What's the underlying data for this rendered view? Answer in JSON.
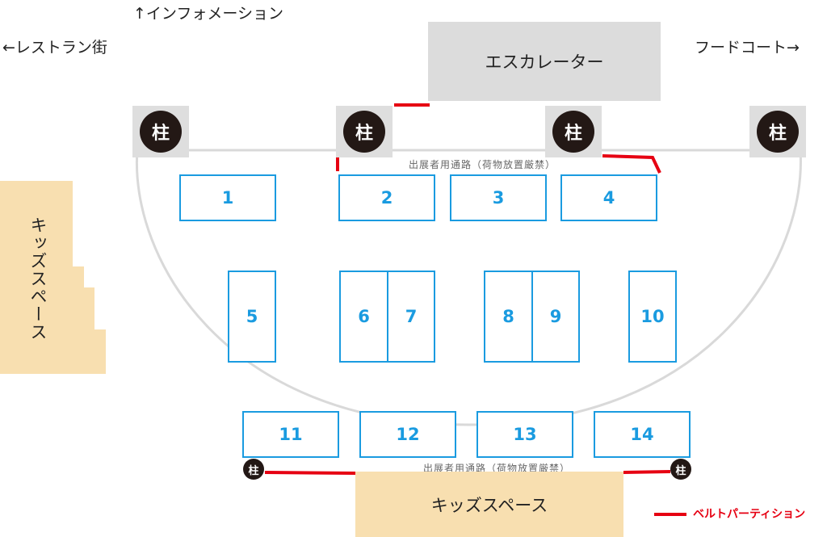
{
  "directions": {
    "information": "↑インフォメーション",
    "restaurant": "←レストラン街",
    "food_court": "フードコート→"
  },
  "escalator_label": "エスカレーター",
  "pillar_label": "柱",
  "aisle_label": "出展者用通路（荷物放置厳禁）",
  "kids_space_label": "キッズスペース",
  "legend": {
    "belt_partition": "ベルトパーティション"
  },
  "booths": [
    "1",
    "2",
    "3",
    "4",
    "5",
    "6",
    "7",
    "8",
    "9",
    "10",
    "11",
    "12",
    "13",
    "14"
  ],
  "colors": {
    "booth": "#1a9be0",
    "partition": "#e60012",
    "kids": "#f8dfb0",
    "pillar": "#231815",
    "area_gray": "#dcdcdc"
  }
}
